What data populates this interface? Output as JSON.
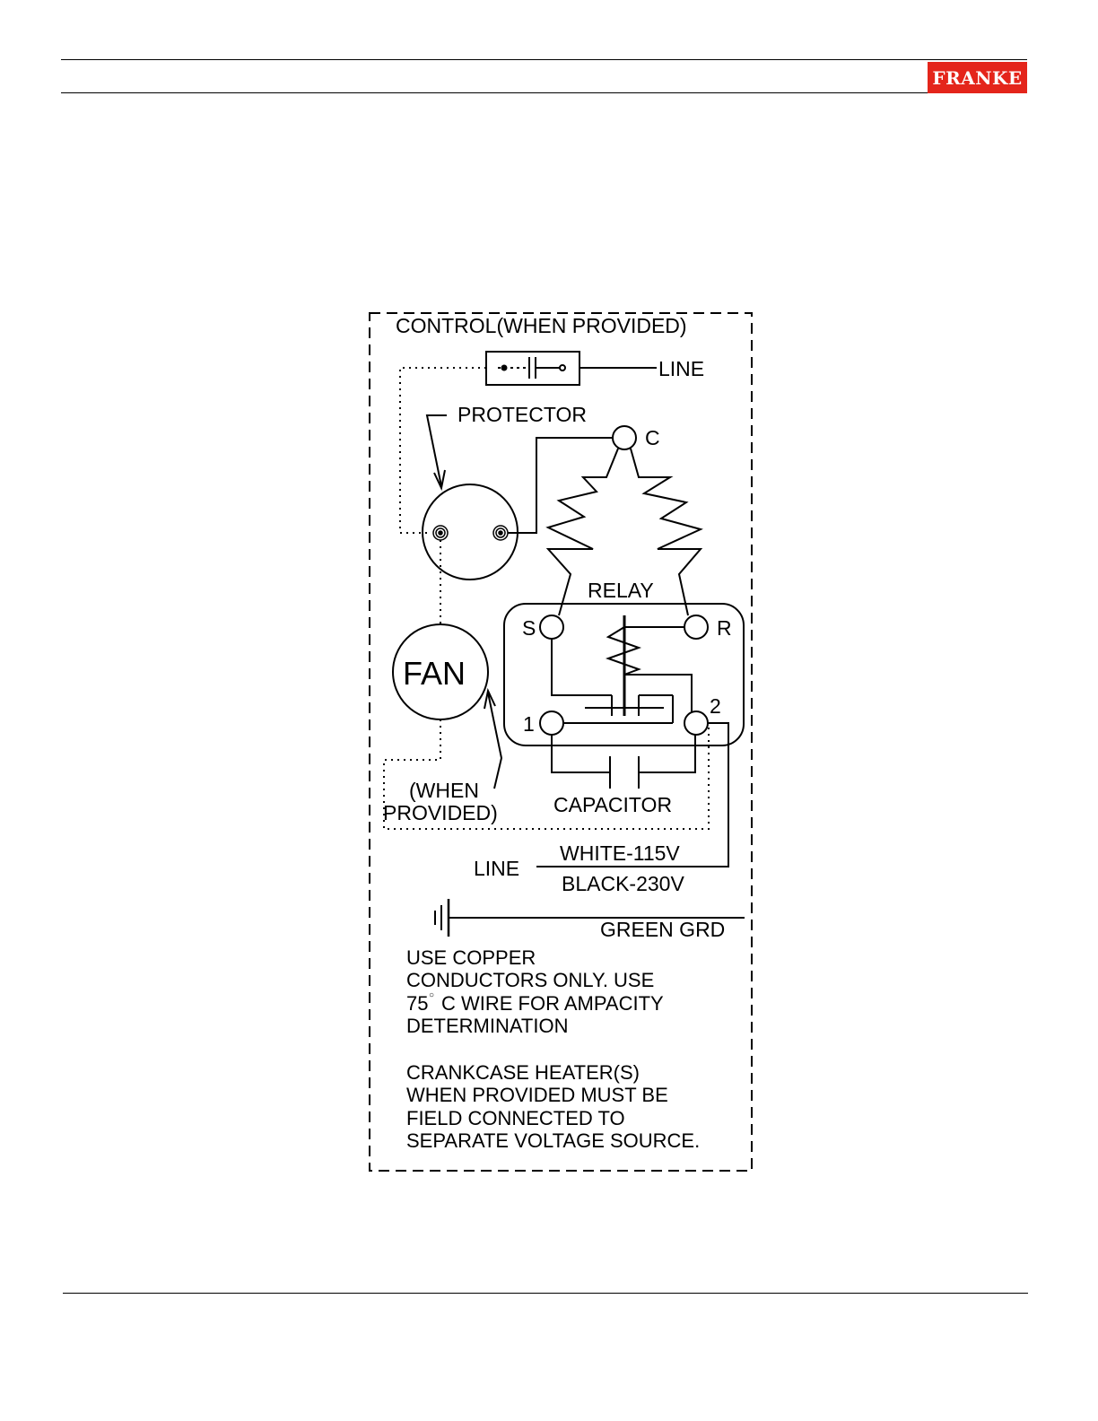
{
  "header": {
    "brand": "FRANKE"
  },
  "diagram": {
    "control": "CONTROL(WHEN PROVIDED)",
    "line_top": "LINE",
    "protector": "PROTECTOR",
    "c": "C",
    "relay": "RELAY",
    "s": "S",
    "r": "R",
    "one": "1",
    "two": "2",
    "fan": "FAN",
    "when": "(WHEN",
    "provided": "PROVIDED)",
    "capacitor": "CAPACITOR",
    "line_bottom": "LINE",
    "white": "WHITE-115V",
    "black": "BLACK-230V",
    "ground": "GREEN GRD",
    "note1": [
      "USE COPPER",
      "CONDUCTORS ONLY. USE",
      "75",
      "C WIRE FOR AMPACITY",
      "DETERMINATION"
    ],
    "degree": "○",
    "note2": [
      "CRANKCASE HEATER(S)",
      "WHEN PROVIDED MUST BE",
      "FIELD CONNECTED TO",
      "SEPARATE VOLTAGE SOURCE."
    ]
  }
}
